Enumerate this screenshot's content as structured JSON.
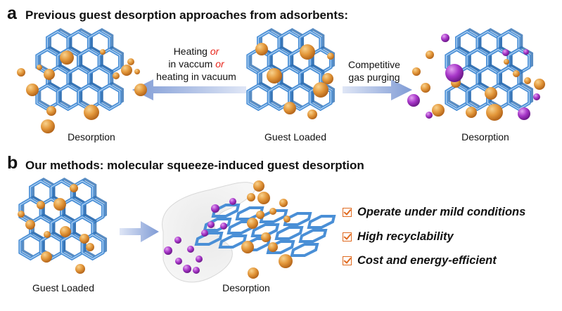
{
  "panel_a": {
    "letter": "a",
    "title": "Previous guest desorption approaches from adsorbents:",
    "arrow_left_label": {
      "line1_a": "Heating ",
      "line1_b": "or",
      "line2_a": "in vaccum ",
      "line2_b": "or",
      "line3": "heating in vacuum"
    },
    "arrow_right_label": {
      "line1": "Competitive",
      "line2": "gas purging"
    },
    "captions": {
      "left": "Desorption",
      "center": "Guest Loaded",
      "right": "Desorption"
    }
  },
  "panel_b": {
    "letter": "b",
    "title": "Our methods: molecular squeeze-induced guest desorption",
    "captions": {
      "left": "Guest Loaded",
      "center": "Desorption"
    },
    "features": [
      "Operate under mild conditions",
      "High recyclability",
      "Cost and energy-efficient"
    ]
  },
  "colors": {
    "framework": "#4a8fd6",
    "guest": "#e39a3b",
    "purge_gas": "#a736c8",
    "arrow": "#8fa8dc",
    "check": "#e06a1f",
    "emphasis": "#e8261c"
  }
}
